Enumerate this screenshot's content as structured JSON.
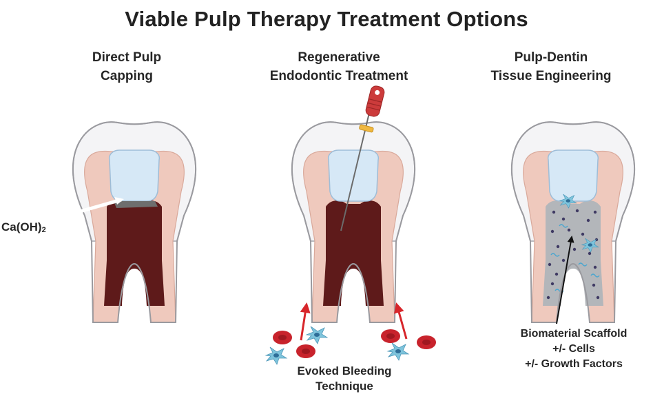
{
  "title": "Viable Pulp Therapy Treatment Options",
  "panels": [
    {
      "title_line1": "Direct Pulp",
      "title_line2": "Capping"
    },
    {
      "title_line1": "Regenerative",
      "title_line2": "Endodontic Treatment"
    },
    {
      "title_line1": "Pulp-Dentin",
      "title_line2": "Tissue Engineering"
    }
  ],
  "labels": {
    "caoh_base": "Ca(OH)",
    "caoh_sub": "2",
    "evoked_line1": "Evoked Bleeding",
    "evoked_line2": "Technique",
    "scaffold_line1": "Biomaterial Scaffold",
    "scaffold_line2": "+/- Cells",
    "scaffold_line3": "+/- Growth Factors"
  },
  "colors": {
    "enamel": "#f4f4f6",
    "dentin": "#efc9bd",
    "pulp": "#5e1a1a",
    "filling": "#d6e8f6",
    "scaffold": "#b3b6ba",
    "capping": "#6e6e6e",
    "blood_cell": "#c8232c",
    "stem_cell": "#7ec4dc",
    "arrow_red": "#d7262b",
    "file_handle": "#cc3b3b"
  }
}
